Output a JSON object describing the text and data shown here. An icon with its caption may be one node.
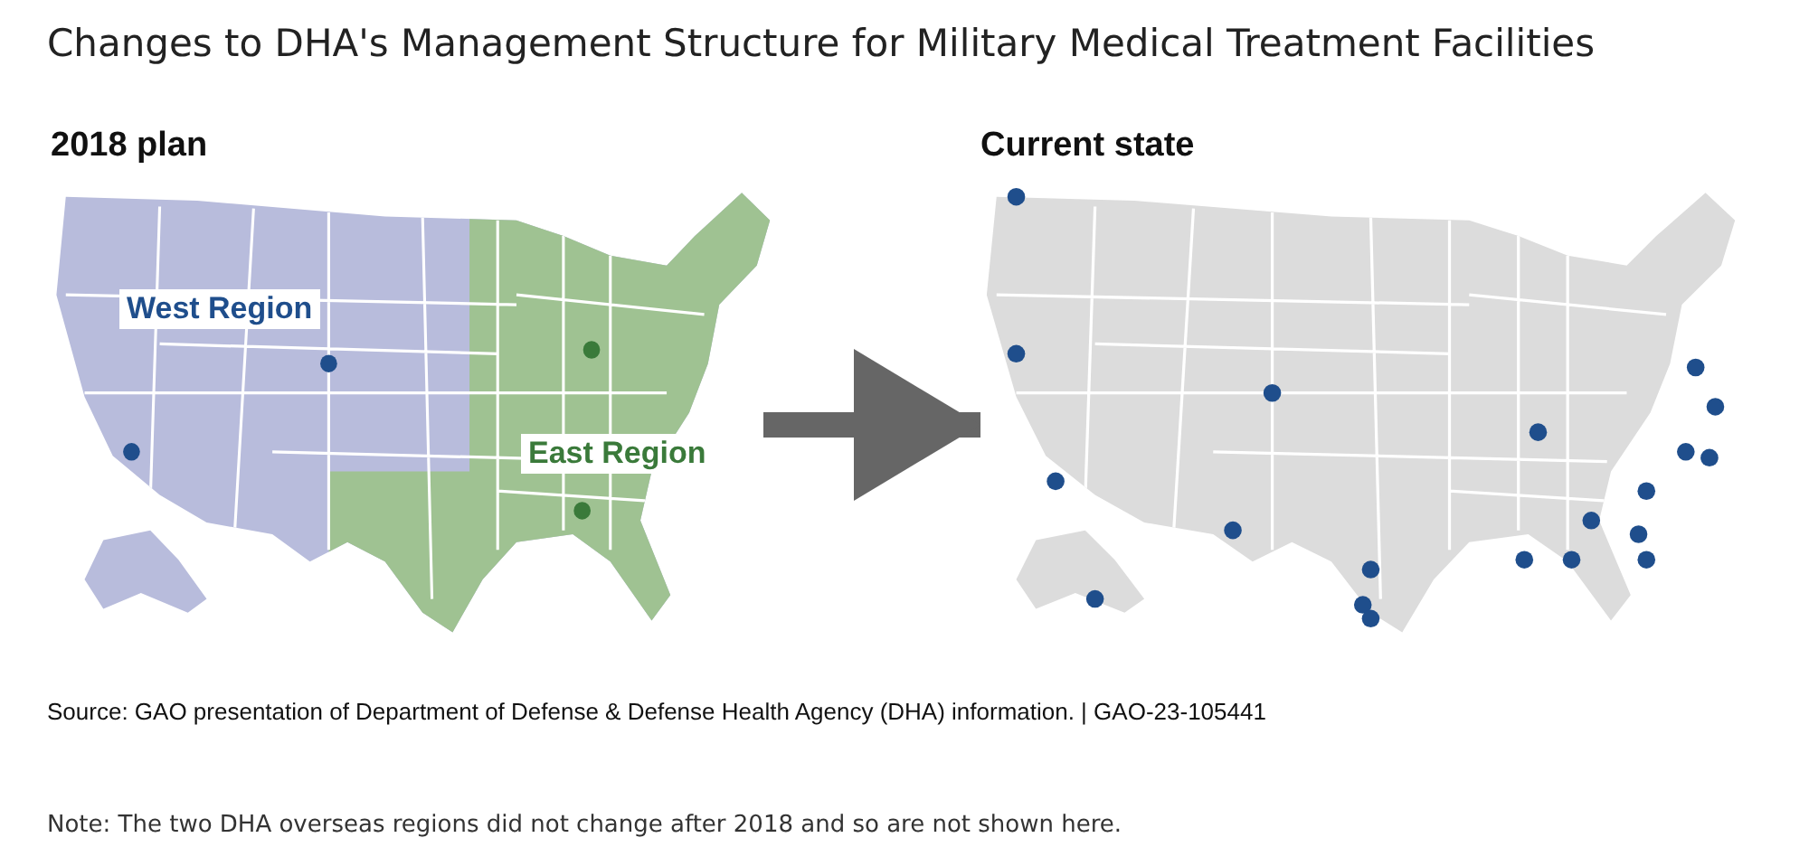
{
  "diagram": {
    "title": "Changes to DHA's Management Structure for Military Medical Treatment Facilities",
    "nodes": [
      {
        "text": [
          "2018 plan"
        ]
      },
      {
        "text": [
          "Current state"
        ]
      }
    ],
    "edges": [
      {
        "from": 0,
        "to": 1,
        "arrow": "to"
      }
    ],
    "labels": [
      "West Region",
      "East Region",
      "Source: GAO presentation of Department of Defense & Defense Health Agency (DHA) information. | GAO-23-105441",
      "Note: The two DHA overseas regions did not change after 2018 and so are not shown here."
    ]
  }
}
